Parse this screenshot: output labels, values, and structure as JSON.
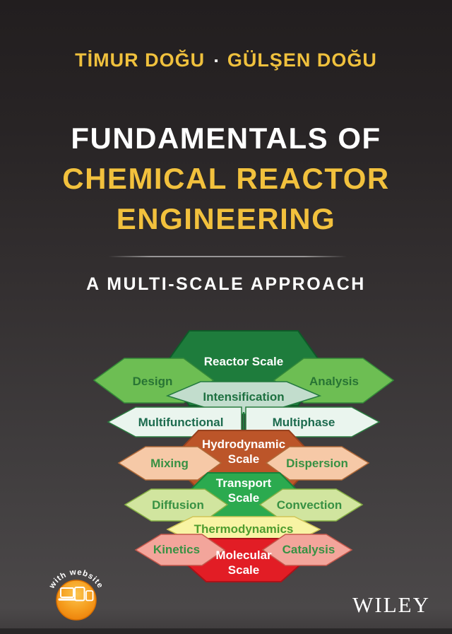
{
  "cover": {
    "authors": {
      "first": "TİMUR DOĞU",
      "separator": "▪",
      "second": "GÜLŞEN DOĞU"
    },
    "title": {
      "line1": "FUNDAMENTALS OF",
      "line2": "CHEMICAL REACTOR",
      "line3": "ENGINEERING"
    },
    "subtitle": "A MULTI-SCALE APPROACH",
    "publisher": "WILEY",
    "badge": {
      "label": "with website"
    }
  },
  "colors": {
    "bg_top": "#221e1f",
    "bg_bottom": "#4b4849",
    "author_gold": "#f0c13d",
    "title_white": "#ffffff",
    "title_gold": "#f2c13d",
    "badge_light": "#fbc54f",
    "badge_mid": "#f59d1e",
    "badge_deep": "#ea7a06",
    "badge_rim": "#d96f00"
  },
  "diagram": {
    "reactor": {
      "label": "Reactor Scale",
      "fill": "#1e7c3c",
      "stroke": "#0e5a28",
      "text_color": "#ffffff"
    },
    "design": {
      "label": "Design",
      "fill": "#6dbe53",
      "stroke": "#358a39",
      "text_color": "#287434"
    },
    "analysis": {
      "label": "Analysis",
      "fill": "#6dbe53",
      "stroke": "#358a39",
      "text_color": "#287434"
    },
    "intensification": {
      "label": "Intensification",
      "fill": "#c2ddcd",
      "stroke": "#23793f",
      "text_color": "#1d7040"
    },
    "multifunctional": {
      "label": "Multifunctional",
      "fill": "#eaf5ee",
      "stroke": "#2a7c3f",
      "text_color": "#1c6b4e"
    },
    "multiphase": {
      "label": "Multiphase",
      "fill": "#eaf5ee",
      "stroke": "#2a7c3f",
      "text_color": "#1c6b4e"
    },
    "hydrodynamic": {
      "label": "Hydrodynamic",
      "label2": "Scale",
      "fill": "#bc5529",
      "stroke": "#96411e",
      "text_color": "#ffffff"
    },
    "mixing": {
      "label": "Mixing",
      "fill": "#f6c9a7",
      "stroke": "#b06a39",
      "text_color": "#389143"
    },
    "dispersion": {
      "label": "Dispersion",
      "fill": "#f6c9a7",
      "stroke": "#b06a39",
      "text_color": "#389143"
    },
    "transport": {
      "label": "Transport",
      "label2": "Scale",
      "fill": "#2baa4f",
      "stroke": "#17813a",
      "text_color": "#ffffff"
    },
    "diffusion": {
      "label": "Diffusion",
      "fill": "#d1e59f",
      "stroke": "#85b044",
      "text_color": "#389143"
    },
    "convection": {
      "label": "Convection",
      "fill": "#d1e59f",
      "stroke": "#85b044",
      "text_color": "#389143"
    },
    "thermodynamics": {
      "label": "Thermodynamics",
      "fill": "#f8f4a4",
      "stroke": "#cfc457",
      "text_color": "#4f9c2f"
    },
    "kinetics": {
      "label": "Kinetics",
      "fill": "#f3a59b",
      "stroke": "#c4584c",
      "text_color": "#389143"
    },
    "catalysis": {
      "label": "Catalysis",
      "fill": "#f3a59b",
      "stroke": "#c4584c",
      "text_color": "#389143"
    },
    "molecular": {
      "label": "Molecular",
      "label2": "Scale",
      "fill": "#e21d25",
      "stroke": "#ab1219",
      "text_color": "#ffffff"
    },
    "connector_color": "#1e7c3c"
  }
}
